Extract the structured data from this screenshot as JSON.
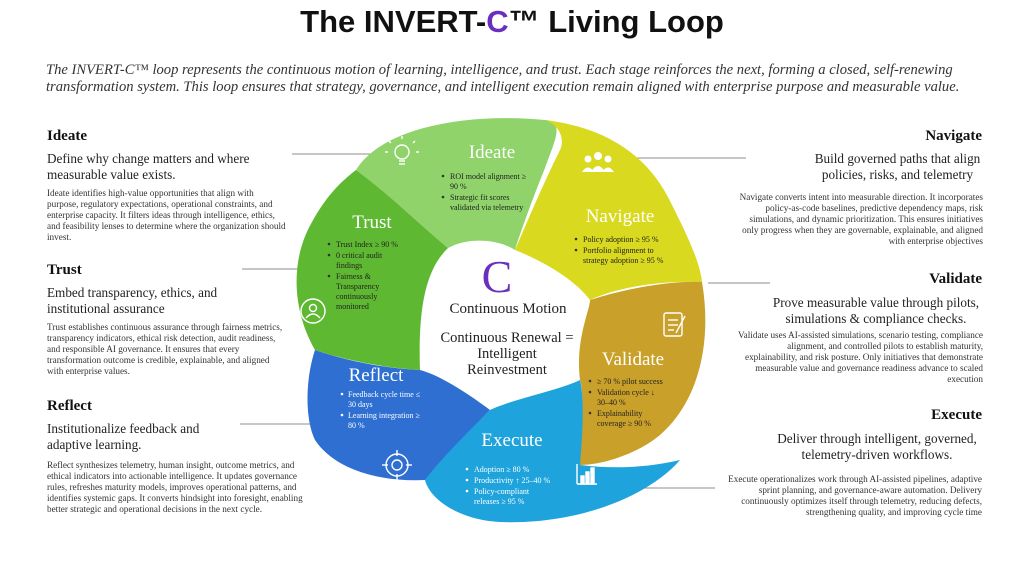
{
  "title": {
    "prefix": "The INVERT-",
    "c": "C",
    "suffix": "™ Living Loop"
  },
  "intro": "The  INVERT-C™ loop represents the continuous motion of learning, intelligence, and trust. Each stage reinforces the next, forming a closed, self-renewing transformation system. This loop ensures that strategy, governance, and intelligent execution remain aligned with enterprise purpose and measurable value.",
  "left_sections": [
    {
      "heading": "Ideate",
      "subtitle": "Define why change matters and where measurable value exists.",
      "body": "Ideate identifies high-value opportunities that align with purpose, regulatory expectations, operational constraints, and enterprise capacity. It filters ideas through intelligence, ethics, and feasibility lenses to determine where the organization should invest."
    },
    {
      "heading": "Trust",
      "subtitle": "Embed transparency, ethics, and institutional assurance",
      "body": "Trust establishes continuous assurance through fairness metrics, transparency indicators, ethical risk detection, audit readiness, and responsible AI governance. It ensures that every transformation outcome is credible, explainable, and aligned with enterprise values."
    },
    {
      "heading": "Reflect",
      "subtitle": "Institutionalize feedback and adaptive learning.",
      "body": "Reflect synthesizes telemetry, human insight, outcome metrics, and ethical indicators into actionable intelligence. It updates governance rules, refreshes maturity models, improves operational patterns, and identifies systemic gaps. It converts hindsight into foresight, enabling better strategic and operational decisions in the next cycle."
    }
  ],
  "right_sections": [
    {
      "heading": "Navigate",
      "subtitle": "Build governed paths that align policies, risks, and telemetry",
      "body": "Navigate converts intent into measurable direction. It incorporates policy-as-code baselines, predictive dependency maps, risk simulations, and dynamic prioritization. This ensures initiatives only progress when they are governable, explainable, and aligned with enterprise objectives"
    },
    {
      "heading": "Validate",
      "subtitle": "Prove measurable value through pilots, simulations & compliance checks.",
      "body": "Validate uses AI-assisted simulations, scenario testing, compliance alignment, and controlled pilots to establish maturity, explainability, and risk posture. Only initiatives that demonstrate measurable value and governance readiness advance to scaled execution"
    },
    {
      "heading": "Execute",
      "subtitle": "Deliver through intelligent, governed, telemetry-driven workflows.",
      "body": "Execute operationalizes work through AI-assisted pipelines, adaptive sprint planning, and governance-aware automation. Delivery continuously optimizes itself through telemetry, reducing defects, strengthening quality, and improving cycle time"
    }
  ],
  "wheel": {
    "center_letter": "C",
    "center_title": "Continuous Motion",
    "center_lines": [
      "Continuous Renewal =",
      "Intelligent",
      "Reinvestment"
    ],
    "segments": [
      {
        "label": "Ideate",
        "color": "#8fd36a",
        "metrics": [
          "ROI model alignment ≥",
          "90 %",
          "Strategic fit scores",
          "validated via telemetry"
        ],
        "icon": "lightbulb-icon"
      },
      {
        "label": "Navigate",
        "color": "#d9d91f",
        "metrics": [
          "Policy adoption ≥ 95 %",
          "Portfolio alignment to",
          "strategy adoption ≥ 95 %"
        ],
        "icon": "team-icon"
      },
      {
        "label": "Validate",
        "color": "#c9a02a",
        "metrics": [
          "≥ 70 % pilot success",
          "Validation cycle ↓",
          "30–40 %",
          "Explainability",
          "coverage ≥ 90 %"
        ],
        "icon": "checklist-icon"
      },
      {
        "label": "Execute",
        "color": "#1fa3dc",
        "metrics": [
          "Adoption ≥ 80 %",
          "Productivity ↑ 25–40 %",
          "Policy-compliant",
          "releases ≥ 95 %"
        ],
        "icon": "bar-chart-icon"
      },
      {
        "label": "Reflect",
        "color": "#2e6fd1",
        "metrics": [
          "Feedback cycle time  ≤",
          "30 days",
          "Learning integration ≥",
          "80 %"
        ],
        "icon": "target-icon"
      },
      {
        "label": "Trust",
        "color": "#5fb832",
        "metrics": [
          "Trust Index ≥ 90 %",
          " 0 critical audit",
          "findings",
          "Fairness &",
          "Transparency",
          "continuously",
          "monitored"
        ],
        "icon": "badge-icon"
      }
    ]
  }
}
